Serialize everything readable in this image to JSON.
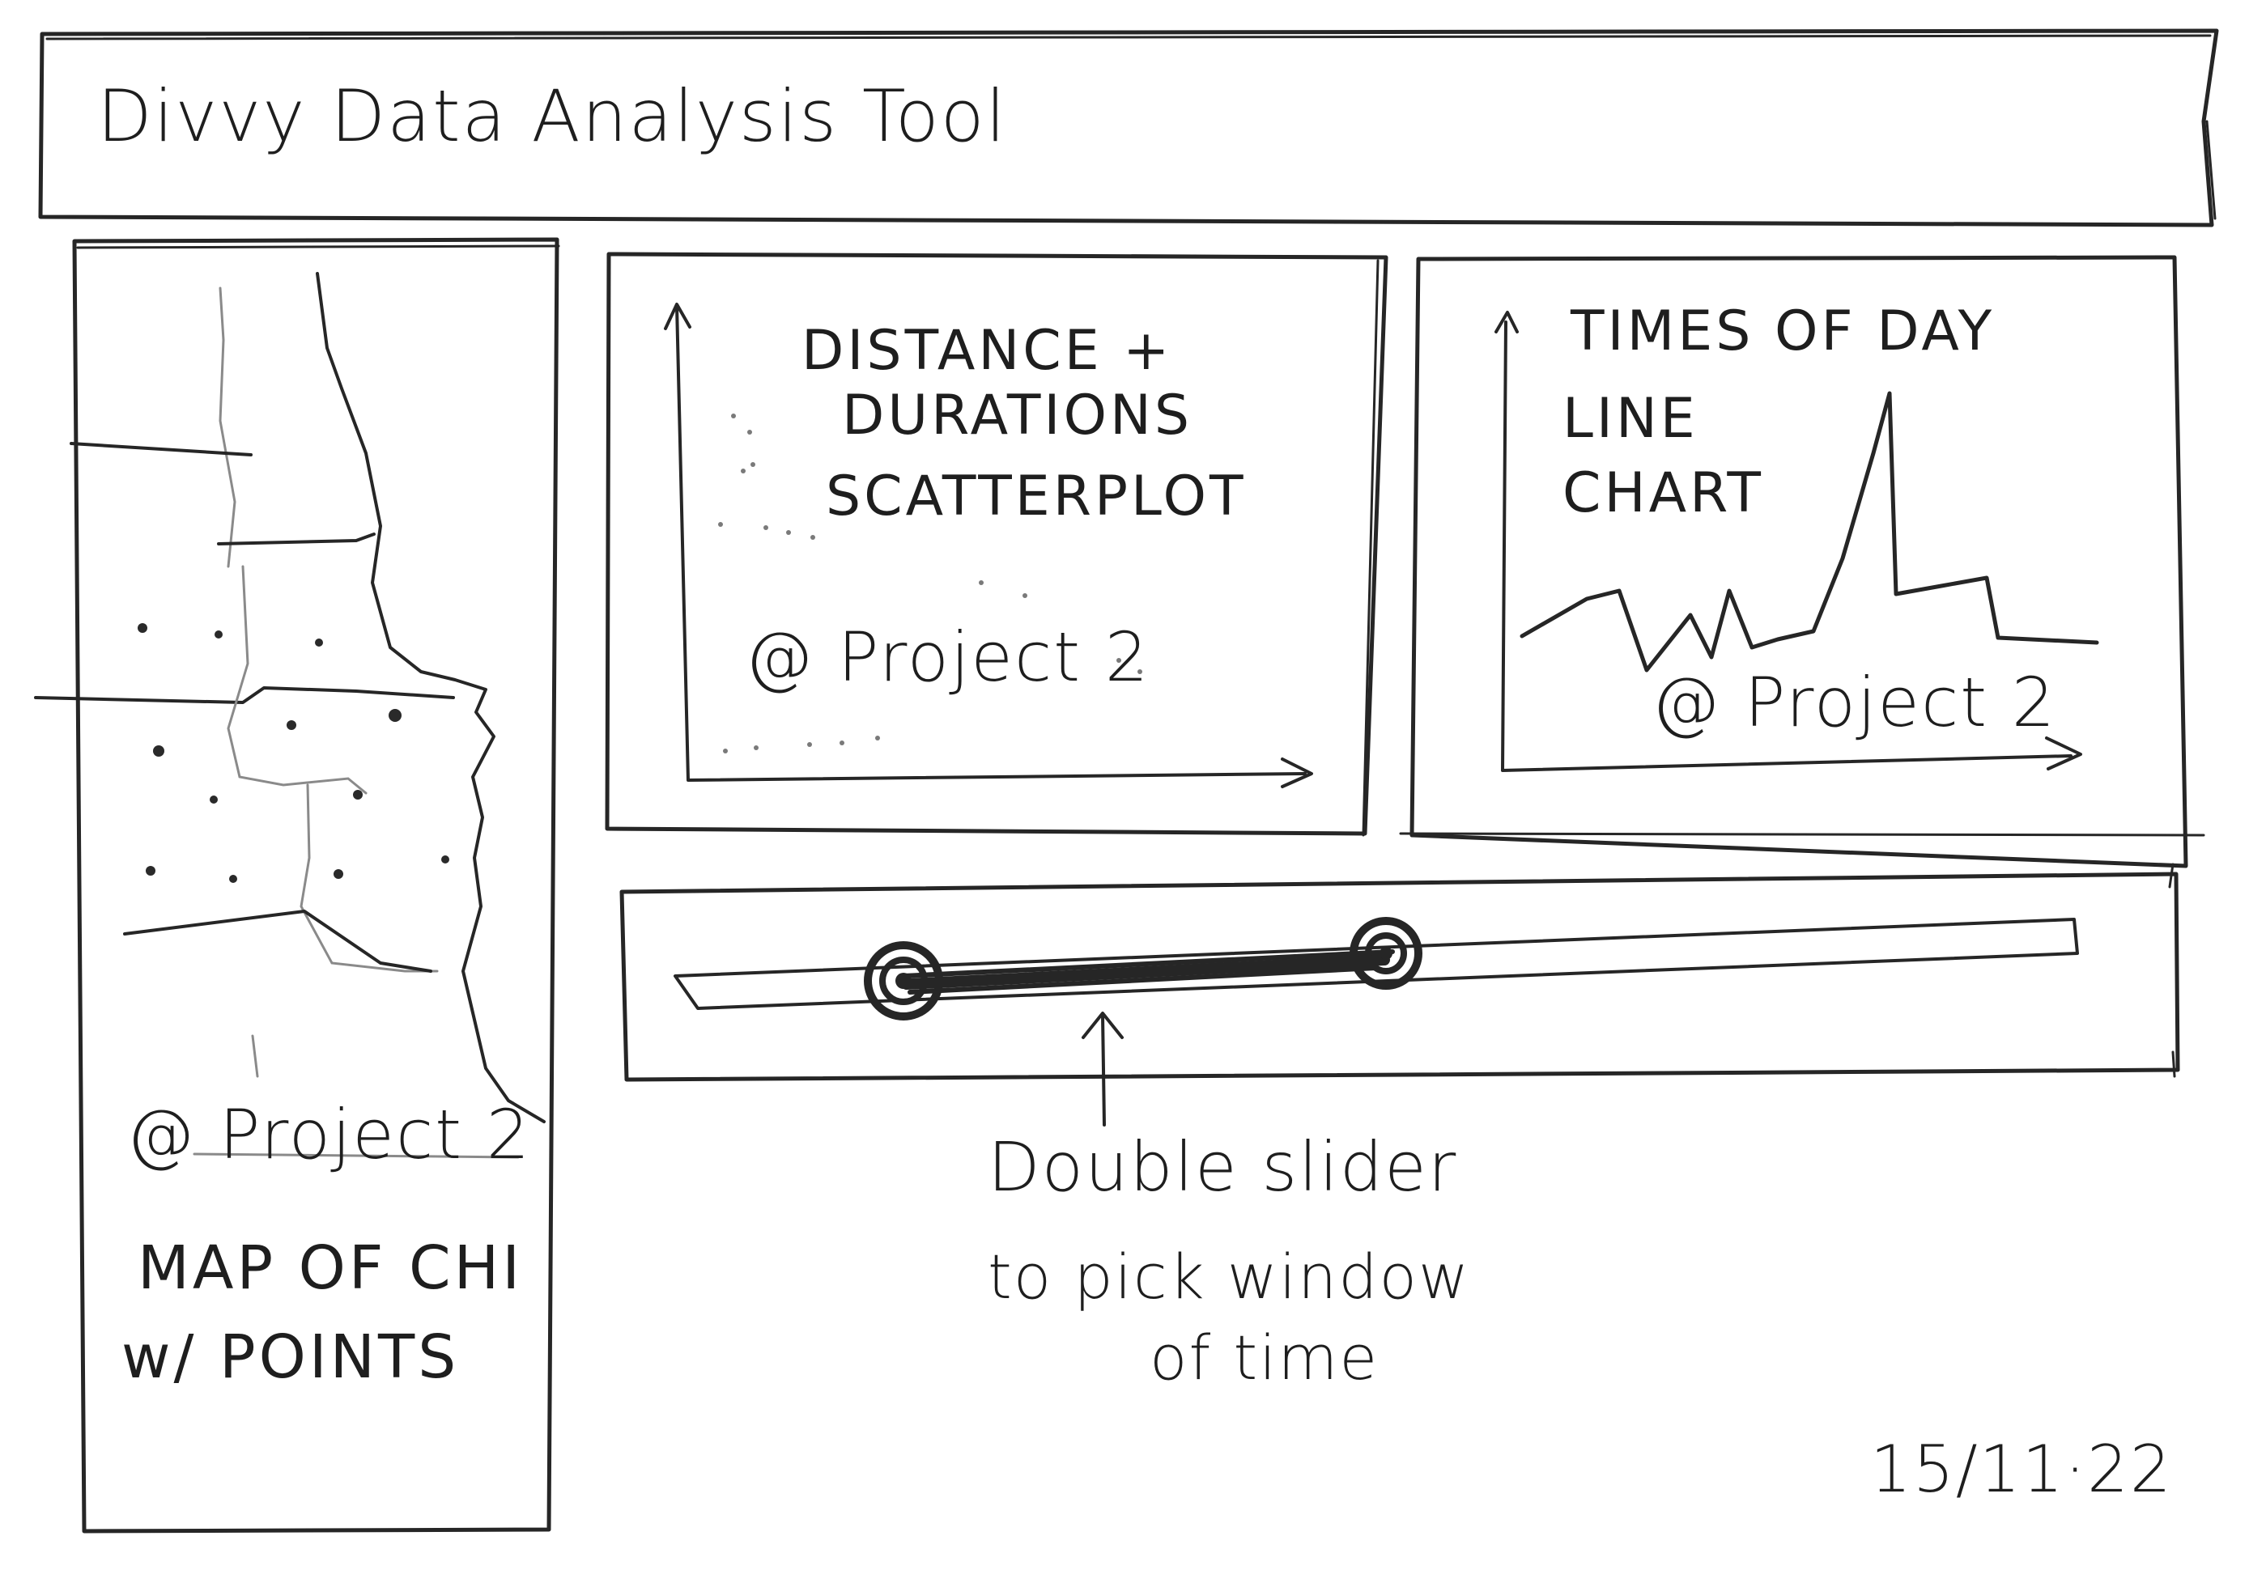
{
  "header": {
    "title": "Divvy Data Analysis Tool"
  },
  "map_panel": {
    "credit": "@ Project 2",
    "label_line1": "MAP OF CHI",
    "label_line2": "w/ POINTS"
  },
  "scatter_panel": {
    "title_line1": "DISTANCE +",
    "title_line2": "DURATIONS",
    "title_line3": "SCATTERPLOT",
    "credit": "@ Project 2"
  },
  "line_panel": {
    "title_line1": "TIMES OF DAY",
    "title_line2": "LINE",
    "title_line3": "CHART",
    "credit": "@ Project 2"
  },
  "slider": {
    "note_line1": "Double slider",
    "note_line2": "to pick window",
    "note_line3": "of time"
  },
  "date": "15/11·22"
}
